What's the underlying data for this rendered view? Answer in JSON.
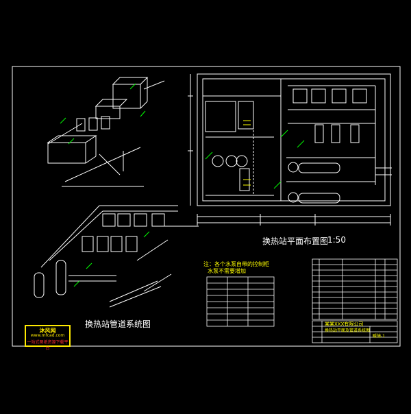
{
  "drawing": {
    "plan_title": "换热站平面布置图",
    "plan_scale": "1:50",
    "system_title": "换热站管道系统图",
    "notes_line1": "注：各个水泵自带的控制柜",
    "notes_line2": "水泵不需要增加",
    "watermark_line1": "沐风网",
    "watermark_line2": "www.mfcad.com",
    "watermark_line3": "一站式图纸资源下载平台",
    "title_block_main": "某某XXX有限公司",
    "title_block_sub": "换热站平面及管道系统图",
    "drawing_no": "暖施-1"
  },
  "colors": {
    "background": "#000000",
    "frame": "#ffffff",
    "dims": "#00ff00",
    "highlight": "#ffff00",
    "watermark": "#ffea00",
    "watermark_red": "#ff3030"
  }
}
